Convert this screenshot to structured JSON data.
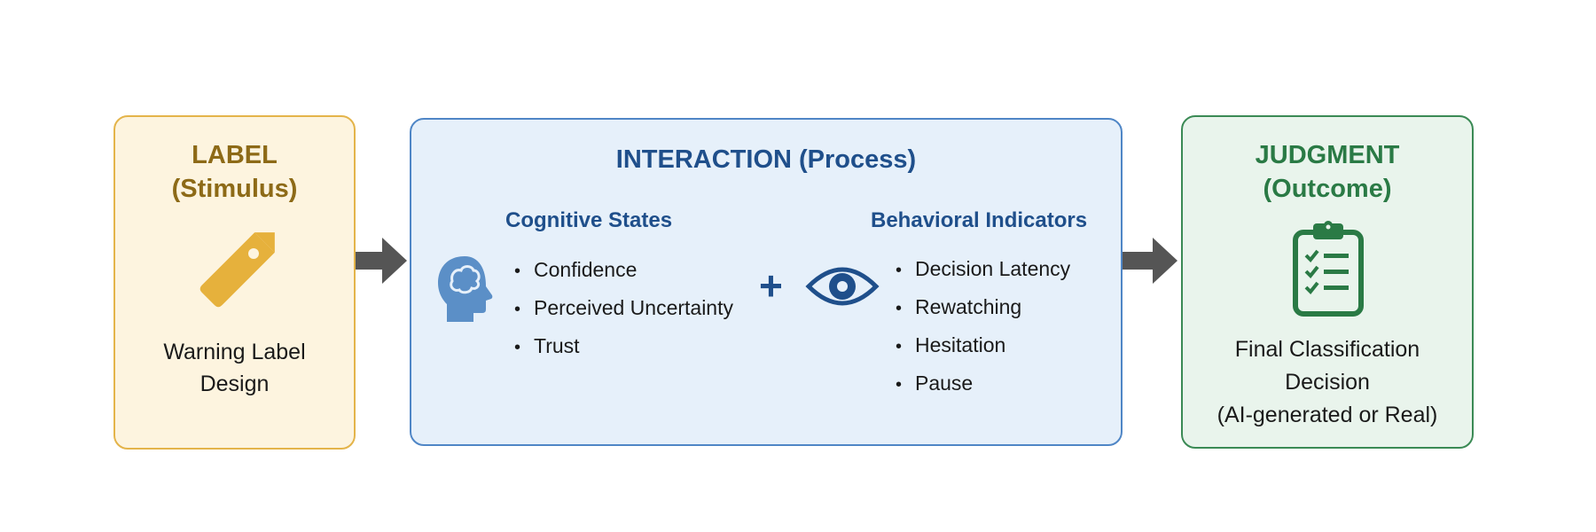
{
  "label": {
    "title": "LABEL",
    "subtitle": "(Stimulus)",
    "description_line1": "Warning Label",
    "description_line2": "Design",
    "icon": "tag-icon"
  },
  "interaction": {
    "title": "INTERACTION (Process)",
    "cognitive": {
      "heading": "Cognitive States",
      "items": [
        "Confidence",
        "Perceived Uncertainty",
        "Trust"
      ],
      "icon": "head-brain-icon"
    },
    "plus": "+",
    "behavioral": {
      "heading": "Behavioral Indicators",
      "items": [
        "Decision Latency",
        "Rewatching",
        "Hesitation",
        "Pause"
      ],
      "icon": "eye-icon"
    }
  },
  "judgment": {
    "title": "JUDGMENT",
    "subtitle": "(Outcome)",
    "description_line1": "Final Classification",
    "description_line2": "Decision",
    "description_line3": "(AI-generated or Real)",
    "icon": "clipboard-checklist-icon"
  },
  "colors": {
    "label_accent": "#e4b44a",
    "interaction_accent": "#4f86c6",
    "judgment_accent": "#3b8a55",
    "arrow": "#555555"
  }
}
